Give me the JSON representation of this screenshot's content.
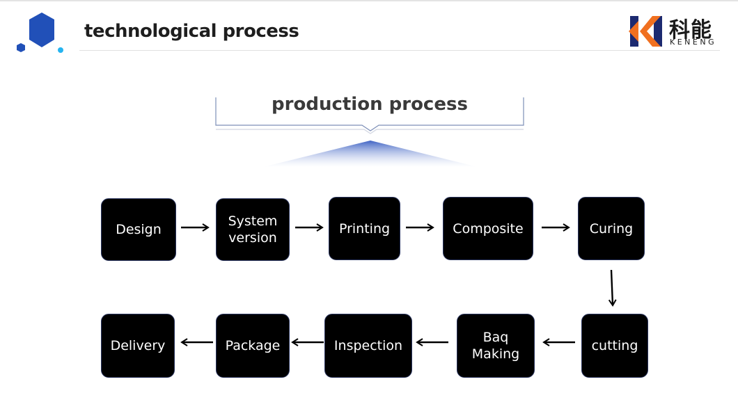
{
  "header": {
    "title": "technological process",
    "brand_cn": "科能",
    "brand_en": "KENENG",
    "colors": {
      "logo_blue": "#2150b8",
      "logo_cyan": "#26b4f0",
      "brand_orange": "#f07020",
      "brand_navy": "#1c2a70"
    }
  },
  "banner": {
    "title": "production process",
    "accent": "#5a78c8"
  },
  "flow": {
    "row1": [
      {
        "label": "Design"
      },
      {
        "label": "System\nversion"
      },
      {
        "label": "Printing"
      },
      {
        "label": "Composite"
      },
      {
        "label": "Curing"
      }
    ],
    "row2": [
      {
        "label": "Delivery"
      },
      {
        "label": "Package"
      },
      {
        "label": "Inspection"
      },
      {
        "label": "Baq\nMaking"
      },
      {
        "label": "cutting"
      }
    ],
    "sequence": [
      "Design",
      "System version",
      "Printing",
      "Composite",
      "Curing",
      "cutting",
      "Baq Making",
      "Inspection",
      "Package",
      "Delivery"
    ]
  }
}
